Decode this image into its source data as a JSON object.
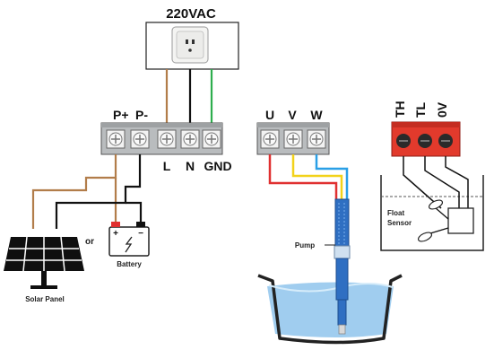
{
  "supply": {
    "label": "220VAC"
  },
  "controller": {
    "terminal_labels": [
      "P+",
      "P-"
    ],
    "bottom_labels": [
      "L",
      "N",
      "GND"
    ]
  },
  "motor_terminals": {
    "labels": [
      "U",
      "V",
      "W"
    ]
  },
  "float_terminals": {
    "labels": [
      "TH",
      "TL",
      "0V"
    ]
  },
  "components": {
    "or": "or",
    "battery": "Battery",
    "solar_panel": "Solar Panel",
    "pump": "Pump",
    "float_sensor_line1": "Float",
    "float_sensor_line2": "Sensor"
  },
  "colors": {
    "wire_brown": "#b27d4a",
    "wire_black": "#111111",
    "wire_green": "#2eae4e",
    "wire_red": "#e03030",
    "wire_yellow": "#f2d21a",
    "wire_blue": "#2a9fe6",
    "terminal_red": "#e23a2c",
    "water": "#8fc4ec",
    "pump_blue": "#2f6fc2"
  }
}
